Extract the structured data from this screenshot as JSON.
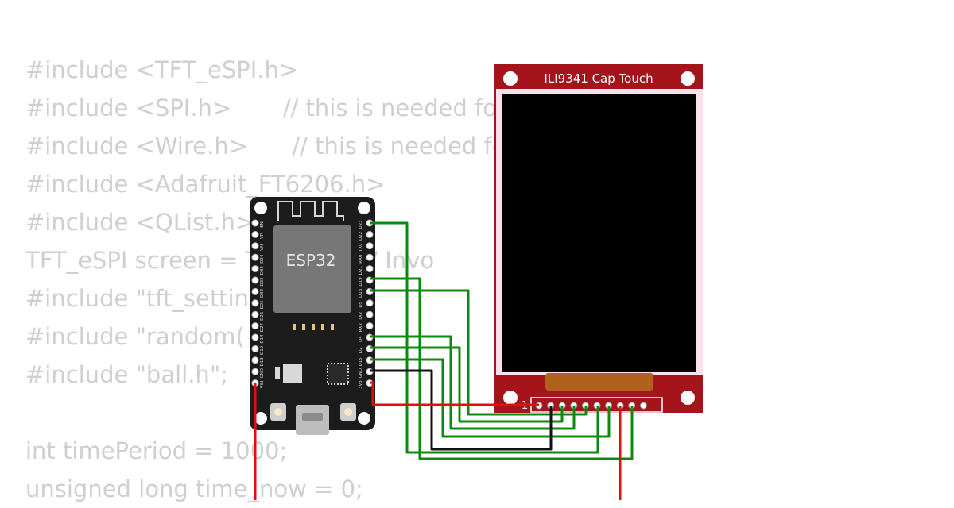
{
  "code_lines": [
    "#include <TFT_eSPI.h>",
    "#include <SPI.h>       // this is needed fo",
    "#include <Wire.h>      // this is needed fo",
    "#include <Adafruit_FT6206.h>",
    "#include <QList.h>",
    "TFT_eSPI screen = T              // Invo",
    "#include \"tft_settin",
    "#include \"random(",
    "#include \"ball.h\";",
    "",
    "int timePeriod = 1000;",
    "unsigned long time_now = 0;"
  ],
  "esp32": {
    "chip_label": "ESP32",
    "left_pins": [
      "EN",
      "VP",
      "VN",
      "D34",
      "D35",
      "D32",
      "D33",
      "D25",
      "D26",
      "D27",
      "D14",
      "D12",
      "D13",
      "GND",
      "VIN"
    ],
    "right_pins": [
      "D23",
      "D22",
      "TX0",
      "RX0",
      "D21",
      "D19",
      "D18",
      "D5",
      "TX2",
      "RX2",
      "D4",
      "D2",
      "D15",
      "GND",
      "3V3"
    ]
  },
  "display": {
    "title": "ILI9341 Cap Touch",
    "pin_marker": "1"
  },
  "colors": {
    "board": "#1c1c1c",
    "display_pcb": "#a5141b",
    "wire_green": "#0b8a0b",
    "wire_black": "#111111",
    "wire_red": "#e01010",
    "code_text": "#cfcfcf"
  }
}
